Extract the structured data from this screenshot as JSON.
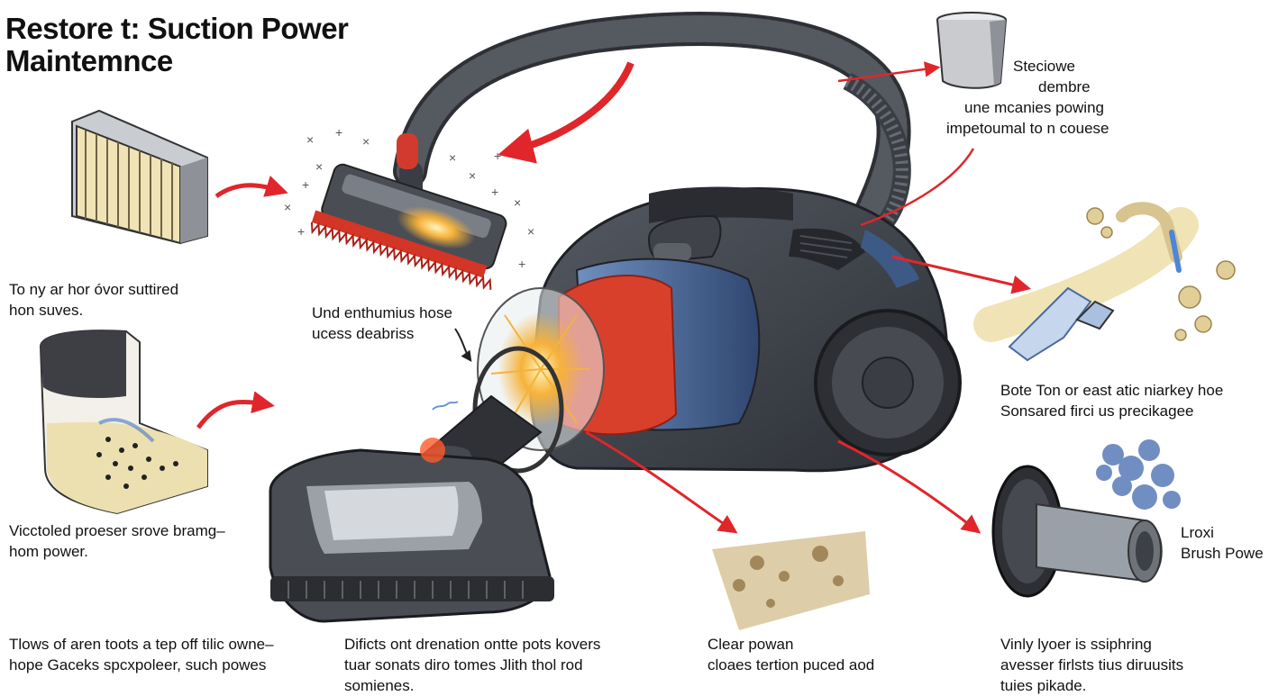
{
  "title": {
    "line1": "Restore t: Suction Power",
    "line2": "Maintemnce"
  },
  "captions": {
    "top_right": {
      "line1": "Steciowe",
      "line2": "dembre",
      "line3": "une mcanies powing",
      "line4": "impetoumal to n couese"
    },
    "left_filter": {
      "line1": "To ny ar hor óvor suttired",
      "line2": "hon suves."
    },
    "hose_center": {
      "line1": "Und enthumius hose",
      "line2": "ucess deabriss"
    },
    "right_hose": {
      "line1": "Bote Ton or east atic niarkey hoe",
      "line2": "Sonsared firci us precikagee"
    },
    "left_canister": {
      "line1": "Vicctoled proeser srove bramg–",
      "line2": "hom power."
    },
    "right_brush": {
      "line1": "Lroxi",
      "line2": "Brush Powe"
    },
    "bottom_left": {
      "line1": "Tlows of aren toots a tep off tilic owne–",
      "line2": "hope Gaceks spcxpoleer, such powes"
    },
    "bottom_center": {
      "line1": "Dificts ont drenation ontte pots kovers",
      "line2": "tuar sonats diro tomes Jlith thol rod",
      "line3": "somienes."
    },
    "bottom_clear": {
      "line1": "Clear powan",
      "line2": "cloaes tertion puced aod"
    },
    "bottom_right": {
      "line1": "Vinly lyoer is ssiphring",
      "line2": "avesser firlsts tius diruusits",
      "line3": "tuies pikade."
    }
  },
  "colors": {
    "accent_red": "#e0262b",
    "body_dark": "#3a3d44",
    "body_blue": "#3d5a86",
    "canister_red": "#d9402c"
  }
}
